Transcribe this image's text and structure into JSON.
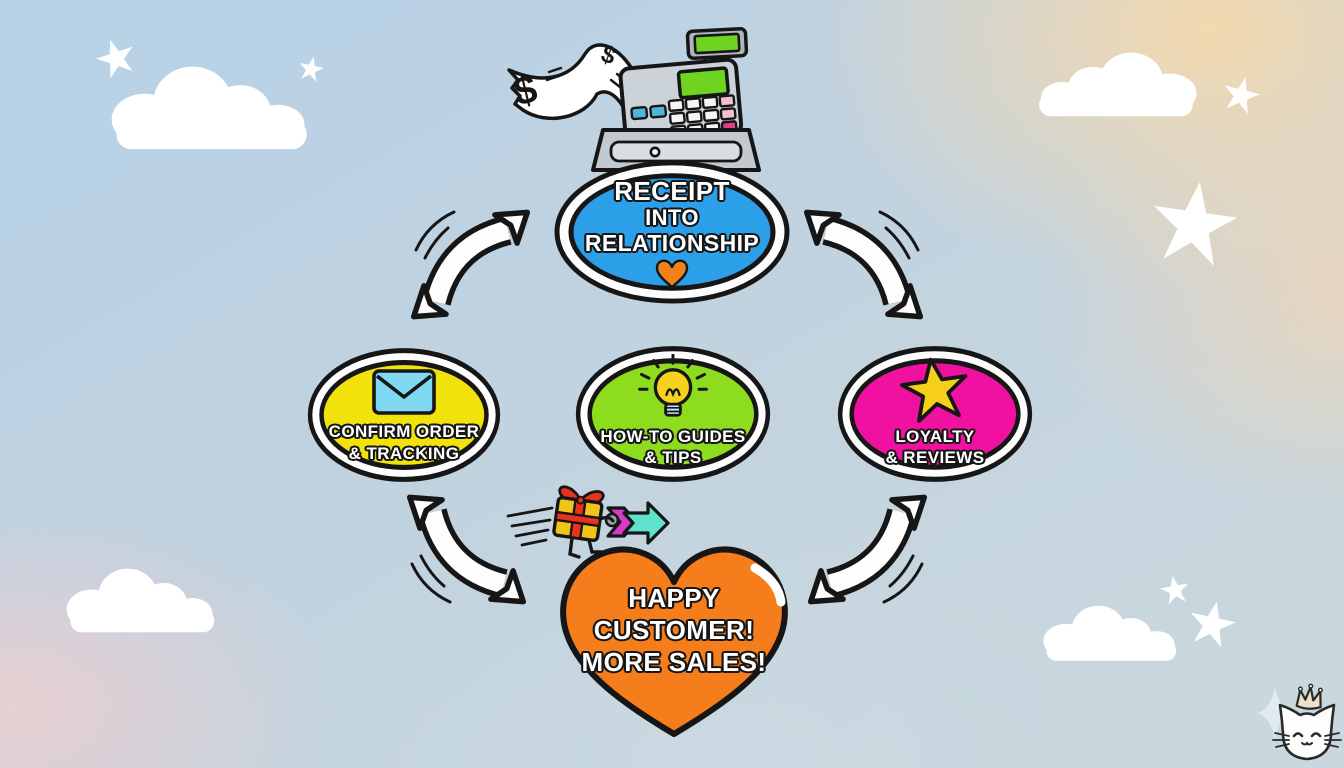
{
  "diagram": {
    "title_node": {
      "lines": [
        "RECEIPT",
        "INTO",
        "RELATIONSHIP"
      ],
      "icon": "heart",
      "fill": "#2b9fe8",
      "heart_color": "#f0821e"
    },
    "confirm_node": {
      "lines": [
        "CONFIRM ORDER",
        "& TRACKING"
      ],
      "icon": "envelope",
      "fill": "#f2e20c",
      "icon_fill": "#7fd9f2"
    },
    "guides_node": {
      "lines": [
        "HOW-TO GUIDES",
        "& TIPS"
      ],
      "icon": "lightbulb",
      "fill": "#8edc1e",
      "icon_fill": "#f6d21e"
    },
    "loyalty_node": {
      "lines": [
        "LOYALTY",
        "& REVIEWS"
      ],
      "icon": "star",
      "fill": "#f011a0",
      "icon_fill": "#f6cf18"
    },
    "happy_node": {
      "lines": [
        "HAPPY",
        "CUSTOMER!",
        "MORE SALES!"
      ],
      "fill": "#f57d1c"
    }
  },
  "register": {
    "receipt_symbol": "$",
    "display_color": "#6fd41f",
    "body_color": "#ccd3d8",
    "base_color": "#c2c9cf"
  },
  "gift": {
    "box_color": "#f2c418",
    "ribbon_color": "#e8321e",
    "arrow_color": "#5fe3cd",
    "chevron_color": "#d839c8"
  },
  "scene": {
    "outline_color": "#161616",
    "cloud_color": "#ffffff",
    "star_color": "#ffffff",
    "arrow_fill": "#fdfdfd",
    "cat_color": "#fdfdfd",
    "crown_color": "#ece0c8",
    "sparkle_color": "#dfeaf1"
  }
}
